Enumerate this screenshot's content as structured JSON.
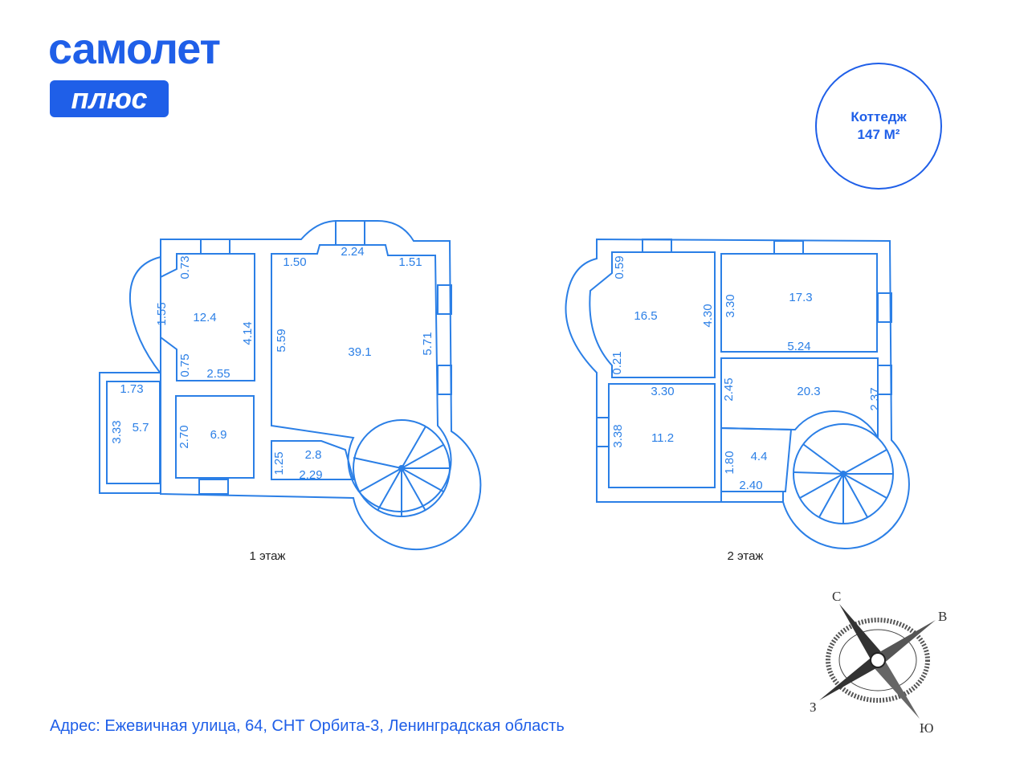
{
  "logo": {
    "word": "самолет",
    "plus": "плюс"
  },
  "badge": {
    "type": "Коттедж",
    "area": "147 М²"
  },
  "floor1": {
    "label": "1 этаж",
    "rooms": [
      "12.4",
      "39.1",
      "6.9",
      "5.7",
      "2.8"
    ],
    "dims": [
      "2.24",
      "1.50",
      "1.51",
      "0.73",
      "1.55",
      "0.75",
      "2.55",
      "4.14",
      "5.59",
      "5.71",
      "1.73",
      "3.33",
      "2.70",
      "1.25",
      "2.29"
    ]
  },
  "floor2": {
    "label": "2 этаж",
    "rooms": [
      "16.5",
      "17.3",
      "20.3",
      "11.2",
      "4.4"
    ],
    "dims": [
      "0.59",
      "4.30",
      "3.30",
      "5.24",
      "0.21",
      "3.30",
      "2.45",
      "2.37",
      "3.38",
      "1.80",
      "2.40"
    ]
  },
  "compass": {
    "north": "С",
    "east": "В",
    "west": "З",
    "south": "Ю"
  },
  "address": "Адрес: Ежевичная улица, 64, СНТ Орбита-3, Ленинградская область"
}
